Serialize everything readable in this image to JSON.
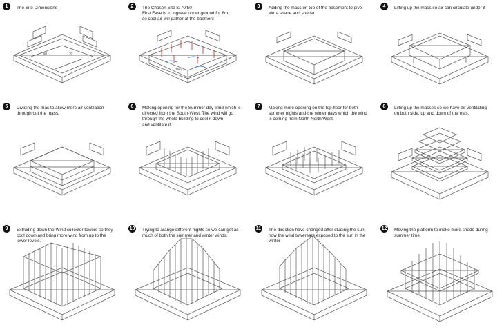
{
  "steps": [
    {
      "num": "1",
      "caption": "The Site Dimensions",
      "dims": [
        "50",
        "70"
      ]
    },
    {
      "num": "2",
      "caption": "The Chosen Site is 70/50\nFirst Fase is to ingrave under ground for 8m\nso cool air will gather at the basment",
      "dims": [
        "15m"
      ]
    },
    {
      "num": "3",
      "caption": "Adding the mass on top of the basement to give\nextra shade and shelter"
    },
    {
      "num": "4",
      "caption": "Lifting up the mass so air can circulate under it"
    },
    {
      "num": "5",
      "caption": "Dividing the mas to allow more air ventilation\nthrough out the mass."
    },
    {
      "num": "6",
      "caption": "Making opening for the Summer day wind which is\ndirected from the South-West. The wind will go\nthrough the whole building to cool it down\nand ventilate it."
    },
    {
      "num": "7",
      "caption": "Making more opening on the top floor for both\nsummer nights and the winter days which the wind\nis coming from North-North/West."
    },
    {
      "num": "8",
      "caption": "Lifting up the masses so we have air ventilating\non both side, up and down of the mas."
    },
    {
      "num": "9",
      "caption": "Extruding down the Wind collector towers so they\ncool down and bring more wind from up to the\nlower levels."
    },
    {
      "num": "10",
      "caption": "Trying to arange different hights so we can get as\nmuch of both the summer and winter winds."
    },
    {
      "num": "11",
      "caption": "The direction have changed after studing the sun,\nnow the wind towersare exposed to the sun in the winter"
    },
    {
      "num": "12",
      "caption": "Moving the platform to make more shade during\nsummer time."
    }
  ],
  "colors": {
    "line": "#555555",
    "accent_red": "#d8352a",
    "accent_blue": "#2b5fc9"
  }
}
